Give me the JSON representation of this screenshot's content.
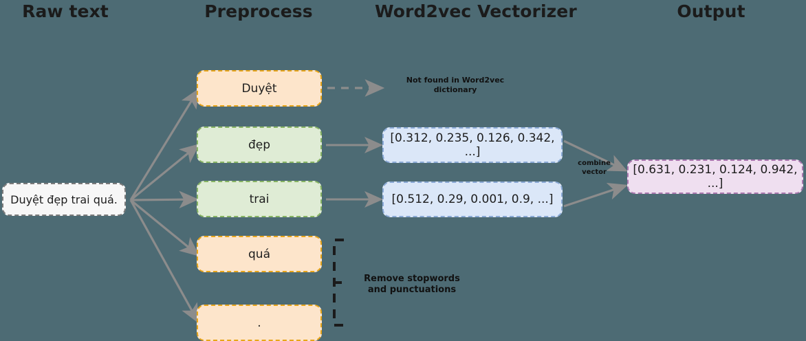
{
  "background_color": "#4d6b74",
  "headers": [
    {
      "label": "Raw text"
    },
    {
      "label": "Preprocess"
    },
    {
      "label": "Word2vec Vectorizer"
    },
    {
      "label": "Output"
    }
  ],
  "raw_text": {
    "value": "Duyệt đẹp trai quá.",
    "fill": "#f7f7f7",
    "border": "#7a7a7a"
  },
  "tokens": [
    {
      "label": "Duyệt",
      "status": "not-found",
      "fill": "#fde5cb",
      "border": "#e8a519"
    },
    {
      "label": "đẹp",
      "status": "vectorized",
      "fill": "#dfecd5",
      "border": "#87b463"
    },
    {
      "label": "trai",
      "status": "vectorized",
      "fill": "#dfecd5",
      "border": "#87b463"
    },
    {
      "label": "quá",
      "status": "stopword",
      "fill": "#fde5cb",
      "border": "#e8a519"
    },
    {
      "label": ".",
      "status": "punctuation",
      "fill": "#fde5cb",
      "border": "#e8a519"
    }
  ],
  "vectors": [
    {
      "token": "đẹp",
      "value": "[0.312, 0.235, 0.126, 0.342, ...]",
      "fill": "#dbe7f8",
      "border": "#8aa9d6"
    },
    {
      "token": "trai",
      "value": "[0.512, 0.29, 0.001, 0.9, ...]",
      "fill": "#dbe7f8",
      "border": "#8aa9d6"
    }
  ],
  "output": {
    "value": "[0.631, 0.231, 0.124, 0.942, ...]",
    "fill": "#efdff0",
    "border": "#a977ae"
  },
  "annotations": {
    "not_found": "Not found in Word2vec\ndictionary",
    "combine": "combine\nvector",
    "remove": "Remove stopwords\nand punctuations"
  }
}
